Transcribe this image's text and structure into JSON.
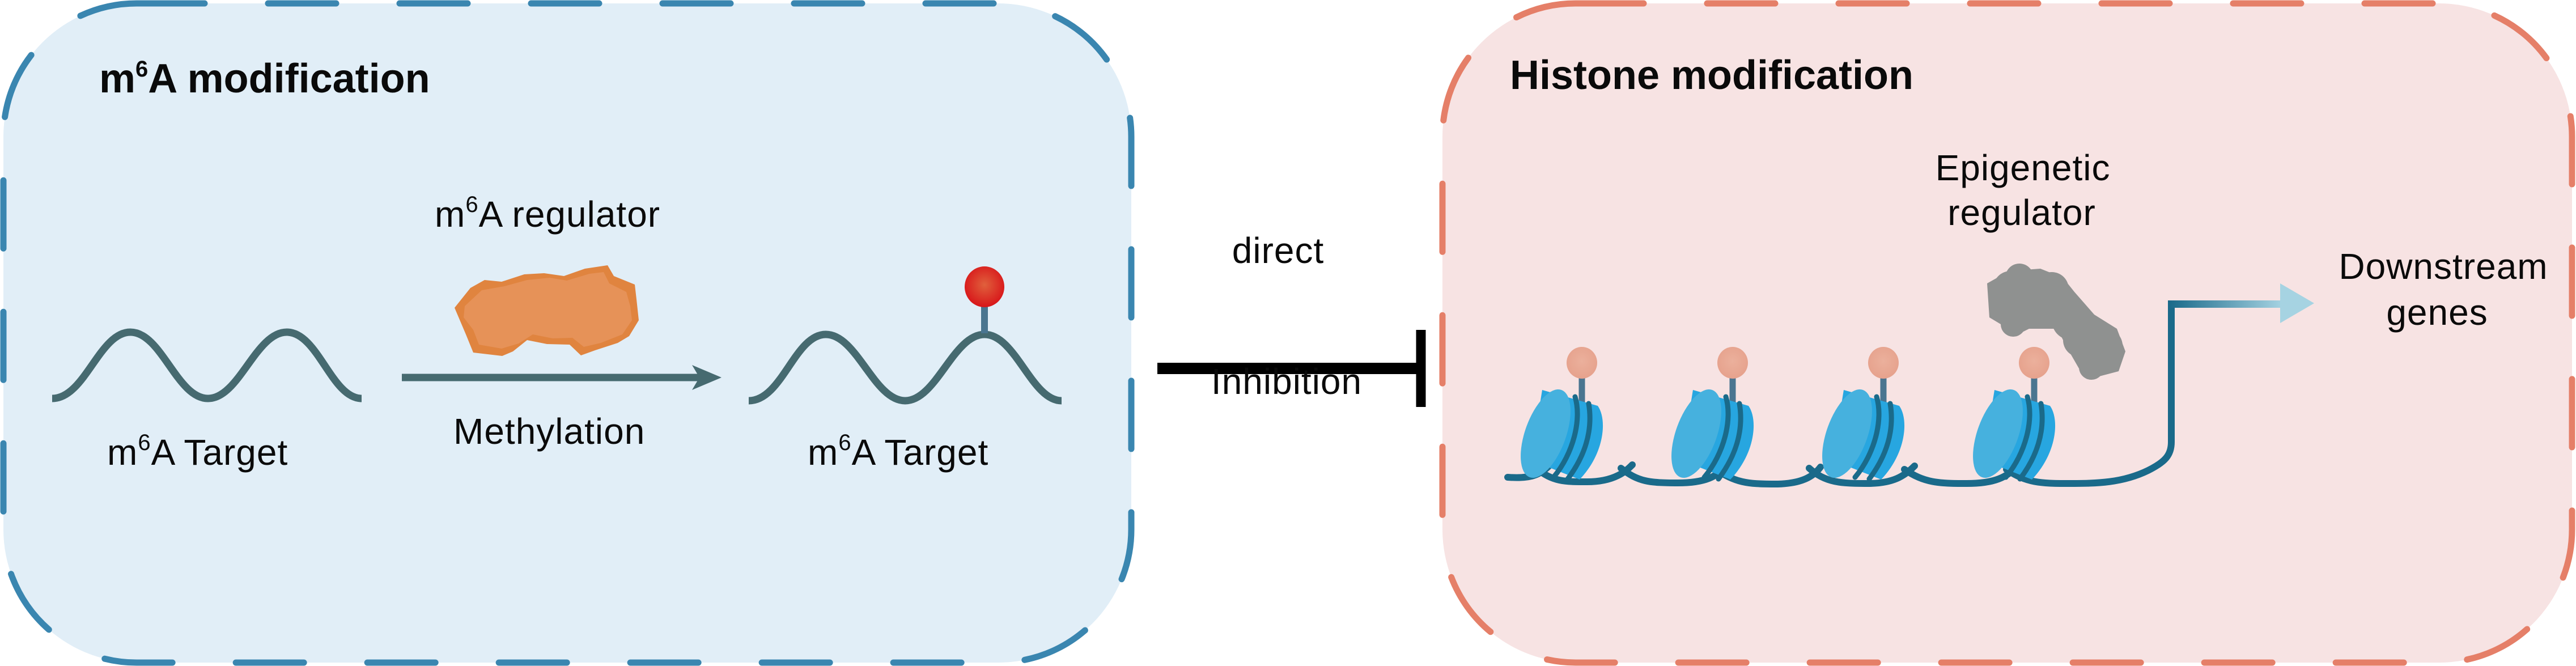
{
  "colors": {
    "m6a_panel_fill": "#e1eef7",
    "m6a_panel_border": "#3a86b0",
    "histone_panel_fill": "#f7e3e3",
    "histone_panel_border": "#e57f68",
    "rna_strand": "#466a70",
    "m6a_regulator": "#e5914f",
    "methyl_mark": "#e03a24",
    "inhibition": "#000000",
    "nucleosome_face": "#46b1de",
    "nucleosome_body": "#27a6e0",
    "dna": "#1a6a8a",
    "histone_mark": "#e8a994",
    "mark_stem": "#4a7590",
    "epigenetic_regulator": "#8f9190",
    "downstream_arrow_start": "#1a6a8a",
    "downstream_arrow_end": "#a6d3e2"
  },
  "m6a_panel": {
    "title_prefix": "m",
    "title_sup": "6",
    "title_suffix": "A modification",
    "regulator_prefix": "m",
    "regulator_sup": "6",
    "regulator_suffix": "A regulator",
    "target_left_prefix": "m",
    "target_left_sup": "6",
    "target_left_suffix": "A Target",
    "process_label": "Methylation",
    "target_right_prefix": "m",
    "target_right_sup": "6",
    "target_right_suffix": "A Target"
  },
  "link": {
    "label_top": "direct",
    "label_bottom": "Inhibition",
    "type": "inhibition"
  },
  "histone_panel": {
    "title": "Histone modification",
    "regulator_line1": "Epigenetic",
    "regulator_line2": "regulator",
    "output_line1": "Downstream",
    "output_line2": "genes",
    "nucleosome_count": 4
  }
}
